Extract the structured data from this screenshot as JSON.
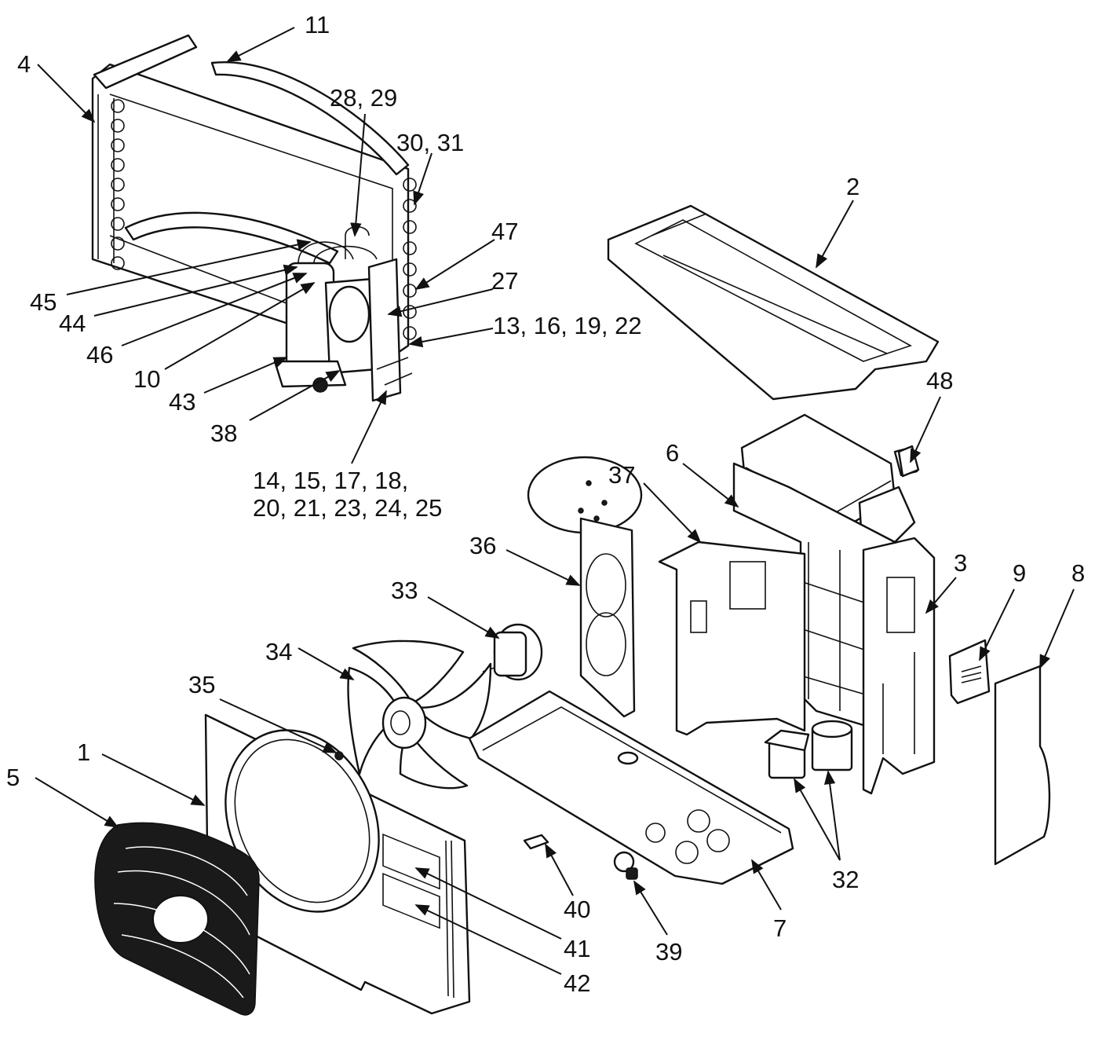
{
  "labels": {
    "l1": "1",
    "l2": "2",
    "l3": "3",
    "l4": "4",
    "l5": "5",
    "l6": "6",
    "l7": "7",
    "l8": "8",
    "l9": "9",
    "l10": "10",
    "l11": "11",
    "l27": "27",
    "l2829": "28, 29",
    "l3031": "30, 31",
    "l32": "32",
    "l33": "33",
    "l34": "34",
    "l35": "35",
    "l36": "36",
    "l37": "37",
    "l38": "38",
    "l39": "39",
    "l40": "40",
    "l41": "41",
    "l42": "42",
    "l43": "43",
    "l44": "44",
    "l45": "45",
    "l46": "46",
    "l47": "47",
    "l48": "48",
    "l13": "13, 16, 19, 22",
    "l14a": "14, 15, 17, 18,",
    "l14b": "20, 21, 23, 24, 25"
  }
}
